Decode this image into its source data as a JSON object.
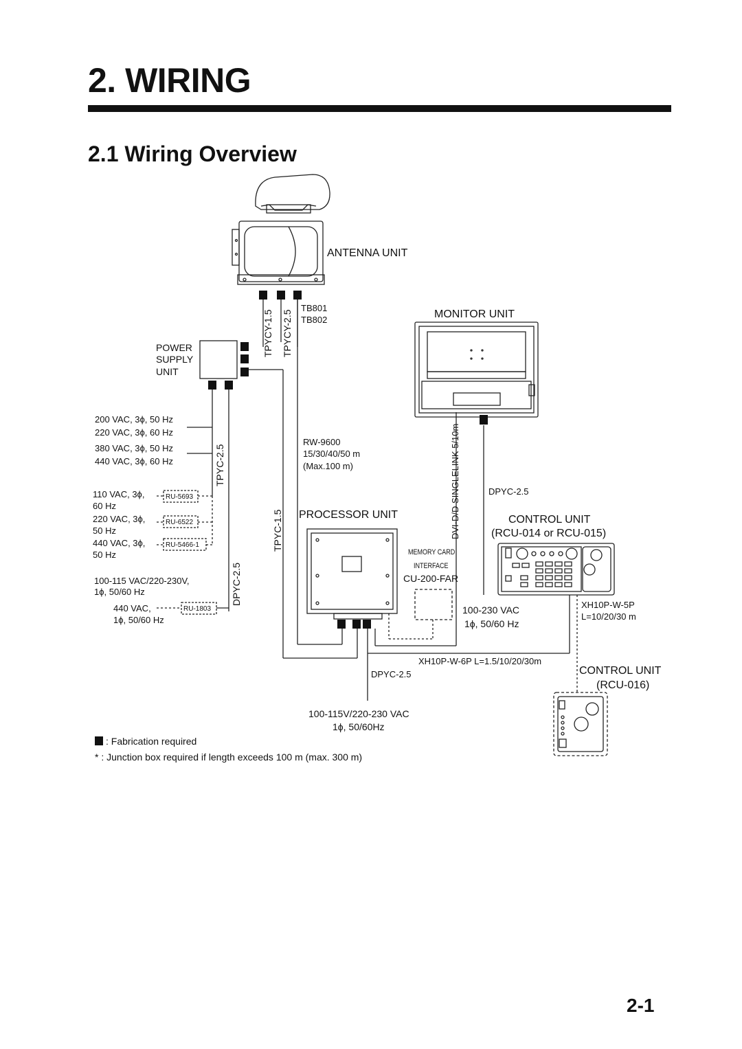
{
  "chapter": {
    "title": "2. WIRING"
  },
  "section": {
    "title": "2.1 Wiring Overview"
  },
  "page_number": "2-1",
  "units": {
    "antenna": "ANTENNA UNIT",
    "monitor": "MONITOR UNIT",
    "power_supply": [
      "POWER",
      "SUPPLY",
      "UNIT"
    ],
    "processor": "PROCESSOR UNIT",
    "control_1": "CONTROL UNIT",
    "control_1_models": "(RCU-014 or RCU-015)",
    "memory_card": [
      "MEMORY CARD",
      "INTERFACE"
    ],
    "memory_card_model": "CU-200-FAR",
    "control_2": "CONTROL UNIT",
    "control_2_model": "(RCU-016)"
  },
  "cables": {
    "tpycy_15": "TPYCY-1.5",
    "tpycy_25": "TPYCY-2.5",
    "tb801": "TB801",
    "tb802": "TB802",
    "tpyc_25": "TPYC-2.5",
    "tpyc_15": "TPYC-1.5",
    "dpyc_25_left": "DPYC-2.5",
    "rw9600": "RW-9600",
    "rw9600_len": "15/30/40/50 m",
    "rw9600_max": "(Max.100 m)",
    "dvi": "DVI-D/D SINGLELINK 5/10m",
    "dpyc_25_monitor": "DPYC-2.5",
    "xh10p_5p": "XH10P-W-5P",
    "xh10p_5p_len": "L=10/20/30 m",
    "xh10p_6p": "XH10P-W-6P L=1.5/10/20/30m",
    "dpyc_25_bottom": "DPYC-2.5"
  },
  "power_inputs": {
    "p1": "200 VAC, 3ϕ, 50 Hz",
    "p2": "220 VAC, 3ϕ, 60 Hz",
    "p3": "380 VAC, 3ϕ, 50 Hz",
    "p4": "440 VAC, 3ϕ, 60 Hz",
    "p5a": "110 VAC, 3ϕ,",
    "p5b": "60 Hz",
    "p6a": "220 VAC, 3ϕ,",
    "p6b": "50 Hz",
    "p7a": "440 VAC, 3ϕ,",
    "p7b": "50 Hz",
    "p8a": "100-115 VAC/220-230V,",
    "p8b": "1ϕ, 50/60 Hz",
    "p9a": "440 VAC,",
    "p9b": "1ϕ, 50/60 Hz",
    "proc_power_a": "100-115V/220-230 VAC",
    "proc_power_b": "1ϕ, 50/60Hz",
    "ctrl_power_a": "100-230 VAC",
    "ctrl_power_b": "1ϕ, 50/60 Hz"
  },
  "transformers": {
    "t1": "RU-5693",
    "t2": "RU-6522",
    "t3": "RU-5466-1",
    "t4": "RU-1803"
  },
  "legend": {
    "fabrication": ": Fabrication required",
    "junction": "* : Junction box required if length exceeds 100 m (max. 300 m)"
  }
}
